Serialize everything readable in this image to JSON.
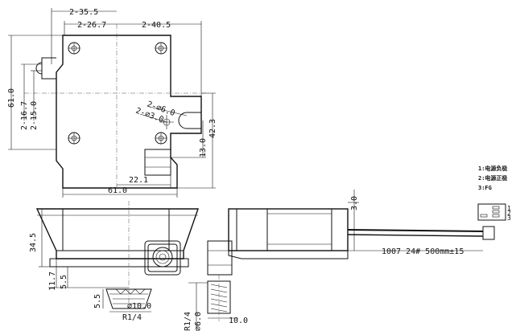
{
  "dimensions": {
    "top_width_outer": "2-35.5",
    "top_width_inner": "2-26.7",
    "right_offset": "2-40.5",
    "overall_height": "61.0",
    "slot_16_7": "2-16.7",
    "slot_15_0": "2-15.0",
    "hole_6_0": "2-∅6.0",
    "hole_3_0": "2-∅3.0",
    "right_42_3": "42.3",
    "right_13_0": "13.0",
    "bottom_22_1": "22.1",
    "bottom_61_0": "61.0",
    "side_34_5": "34.5",
    "side_11_7": "11.7",
    "side_5_5": "5.5",
    "detail_5_5": "5.5",
    "detail_dia_10": "∅10.0",
    "detail_r14": "R1/4",
    "nut_r14": "R1/4",
    "nut_dia_6": "∅6.0",
    "nut_10": "10.0",
    "fan_3_0": "3.0",
    "cable_spec": "1007 24# 500mm±15"
  },
  "wiring_notes": [
    "1:电源负极",
    "2:电源正极",
    "3:FG"
  ],
  "connector_pins": [
    "1",
    "2",
    "3"
  ]
}
